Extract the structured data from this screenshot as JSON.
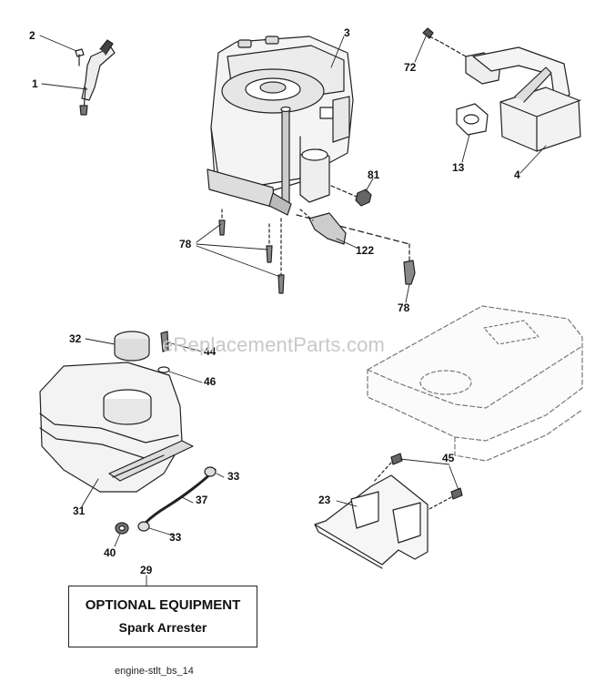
{
  "labels": {
    "p1": "1",
    "p2": "2",
    "p3": "3",
    "p4": "4",
    "p13": "13",
    "p72": "72",
    "p81": "81",
    "p78a": "78",
    "p78b": "78",
    "p122": "122",
    "p32": "32",
    "p44": "44",
    "p46": "46",
    "p31": "31",
    "p33a": "33",
    "p33b": "33",
    "p37": "37",
    "p40": "40",
    "p45": "45",
    "p23": "23",
    "p29": "29"
  },
  "watermark": "eReplacementParts.com",
  "optional": {
    "title": "OPTIONAL EQUIPMENT",
    "subtitle": "Spark Arrester"
  },
  "caption": "engine-stlt_bs_14"
}
